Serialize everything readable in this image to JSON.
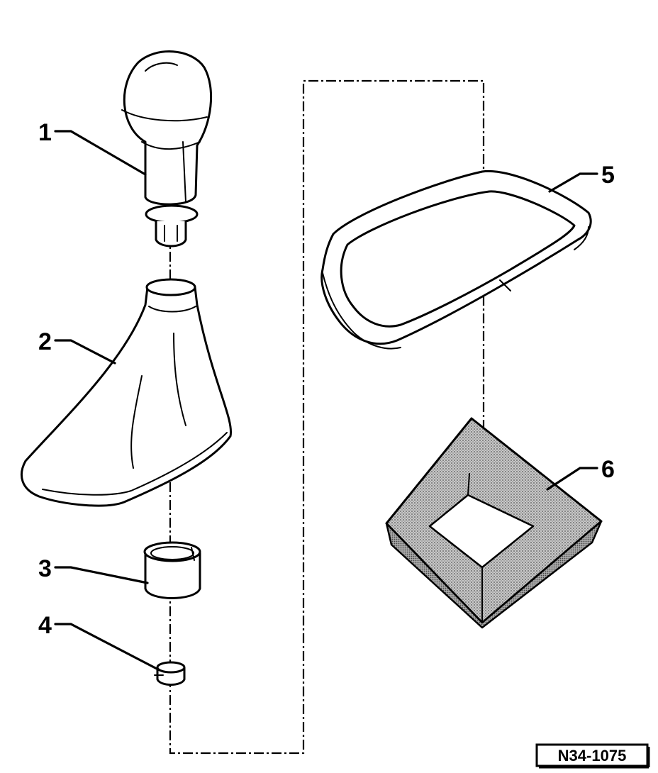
{
  "reference_code": "N34-1075",
  "callouts": [
    {
      "id": "1",
      "label": "1"
    },
    {
      "id": "2",
      "label": "2"
    },
    {
      "id": "3",
      "label": "3"
    },
    {
      "id": "4",
      "label": "4"
    },
    {
      "id": "5",
      "label": "5"
    },
    {
      "id": "6",
      "label": "6"
    }
  ],
  "colors": {
    "line": "#000000",
    "background": "#ffffff",
    "stipple": "#9a9a9a"
  }
}
